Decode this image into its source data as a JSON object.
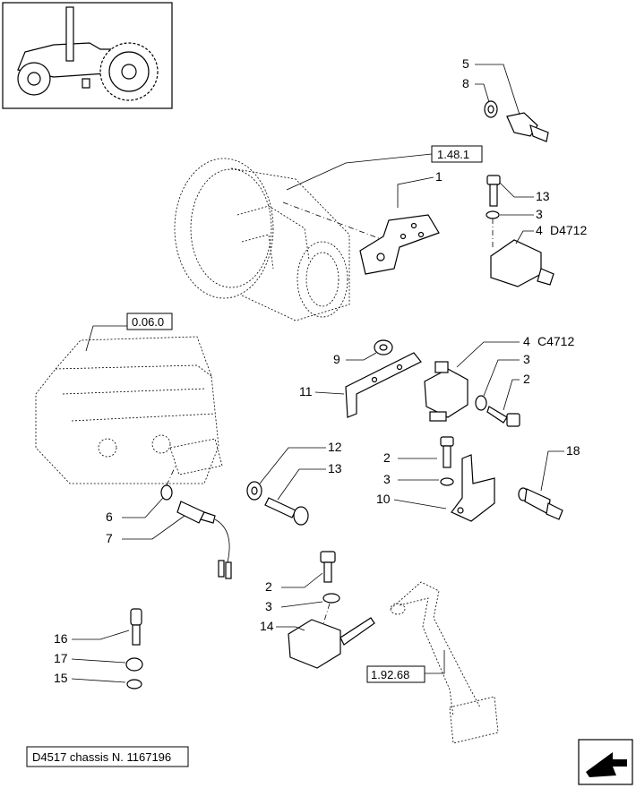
{
  "callouts": {
    "c5": "5",
    "c8": "8",
    "c1": "1",
    "c13a": "13",
    "c3a": "3",
    "c4a": "4",
    "c4a_code": "D4712",
    "c9": "9",
    "c11": "11",
    "c4b": "4",
    "c4b_code": "C4712",
    "c3b": "3",
    "c2b": "2",
    "c12": "12",
    "c13b": "13",
    "c2c": "2",
    "c3c": "3",
    "c10": "10",
    "c18": "18",
    "c6": "6",
    "c7": "7",
    "c2d": "2",
    "c3d": "3",
    "c14": "14",
    "c16": "16",
    "c17": "17",
    "c15": "15"
  },
  "refs": {
    "r1": "1.48.1",
    "r2": "0.06.0",
    "r3": "1.92.68"
  },
  "footer": "D4517 chassis N. 1167196",
  "icons": {
    "thumbnail": "tractor-icon",
    "nav": "next-page-arrow-icon"
  }
}
